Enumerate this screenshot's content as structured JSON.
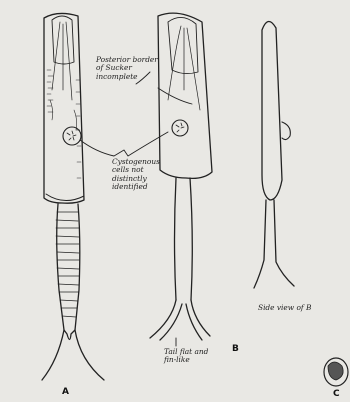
{
  "labels": {
    "posterior_border": [
      "Posterior border",
      "of Sucker",
      "incomplete"
    ],
    "cystogenous": [
      "Cystogenous",
      "cells not",
      "distinctly",
      "identified"
    ],
    "side_view": "Side view of B",
    "tail_flat": [
      "Tail flat and",
      "fin-like"
    ]
  },
  "figure_letters": {
    "a": "A",
    "b": "B",
    "c": "C"
  },
  "colors": {
    "ink": "#222222",
    "paper": "#e9e8e4"
  }
}
